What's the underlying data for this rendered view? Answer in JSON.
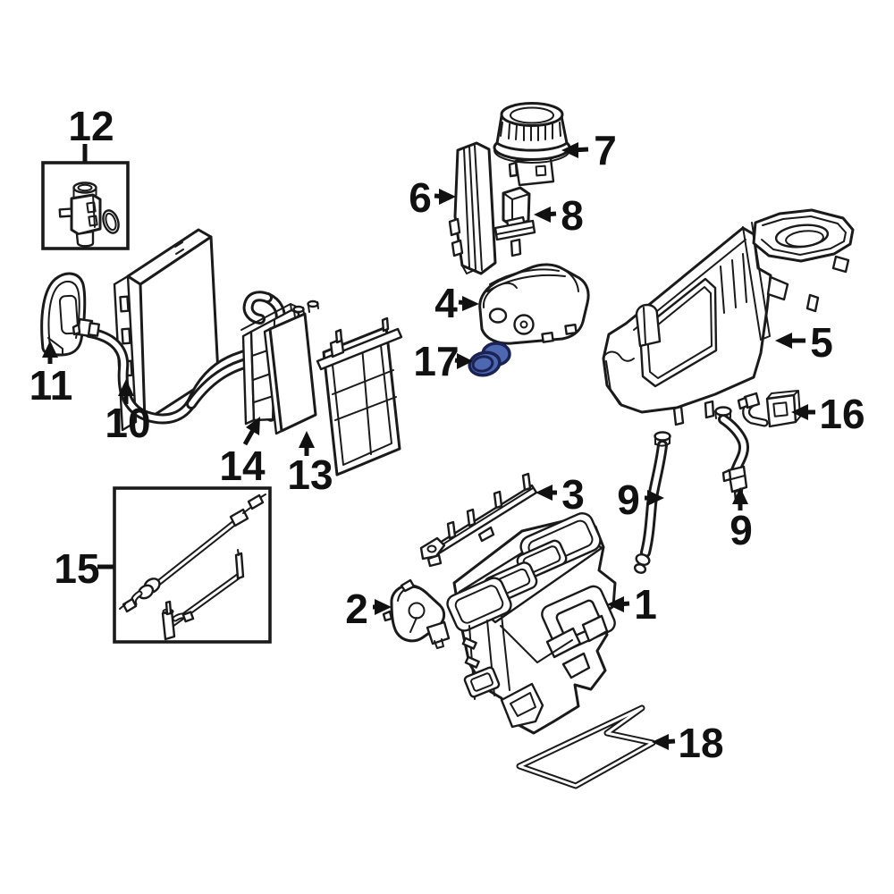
{
  "page": {
    "background": "#ffffff"
  },
  "colors": {
    "line": "#1a1a1a",
    "highlight_fill": "#4d68b1",
    "highlight_stroke": "#1a2353"
  },
  "diagram": {
    "kind": "exploded-parts-diagram",
    "subject": "Automotive HVAC / air conditioning unit components",
    "highlighted_label": "17",
    "labels": [
      {
        "text": "12",
        "part": "expansion-valve-kit"
      },
      {
        "text": "7",
        "part": "blower-motor"
      },
      {
        "text": "6",
        "part": "auxiliary-element"
      },
      {
        "text": "8",
        "part": "sensor"
      },
      {
        "text": "4",
        "part": "intake-duct"
      },
      {
        "text": "17",
        "part": "seal-grommet-highlighted"
      },
      {
        "text": "5",
        "part": "blower-housing"
      },
      {
        "text": "11",
        "part": "end-cover"
      },
      {
        "text": "10",
        "part": "evaporator-core-with-pipes"
      },
      {
        "text": "14",
        "part": "heater-core"
      },
      {
        "text": "13",
        "part": "filter-frame"
      },
      {
        "text": "16",
        "part": "bracket"
      },
      {
        "text": "9",
        "part": "drain-hose-left"
      },
      {
        "text": "9",
        "part": "drain-hose-right"
      },
      {
        "text": "15",
        "part": "linkage-rod-kit"
      },
      {
        "text": "3",
        "part": "mounting-bracket-rail"
      },
      {
        "text": "2",
        "part": "actuator-motor"
      },
      {
        "text": "1",
        "part": "hvac-distribution-case"
      },
      {
        "text": "18",
        "part": "case-seal-gasket"
      }
    ]
  }
}
